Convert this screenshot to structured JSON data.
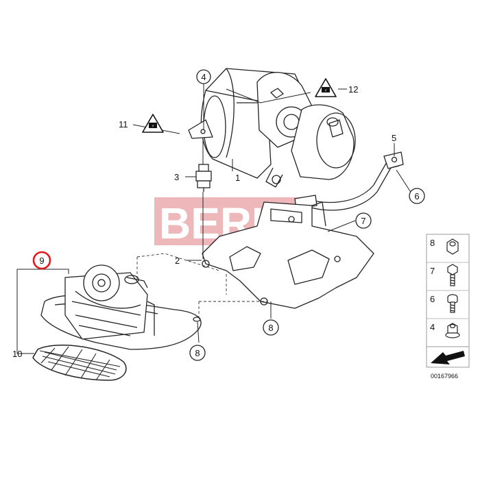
{
  "diagram": {
    "watermark": "BERU",
    "catalog_number": "00167966",
    "highlighted_part": "9",
    "callouts": {
      "c1": "1",
      "c2": "2",
      "c3": "3",
      "c4": "4",
      "c5": "5",
      "c6": "6",
      "c7": "7",
      "c8a": "8",
      "c8b": "8",
      "c9": "9",
      "c10": "10",
      "c11": "11",
      "c12": "12"
    },
    "legend": [
      "8",
      "7",
      "6",
      "4"
    ],
    "colors": {
      "highlight": "#e8141c",
      "watermark_bg": "#e8a0a4",
      "line": "#222222"
    }
  }
}
